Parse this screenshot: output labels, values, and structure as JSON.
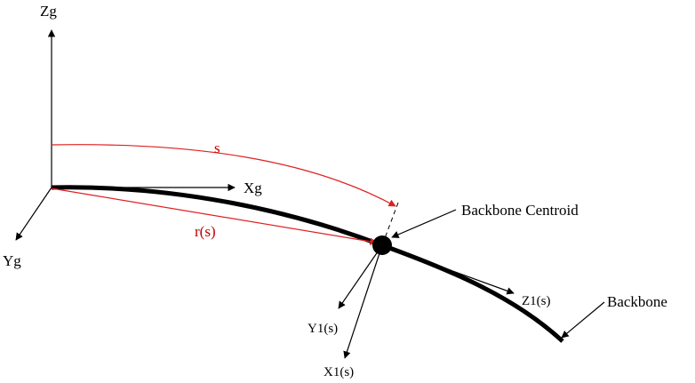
{
  "labels": {
    "zg": "Zg",
    "xg": "Xg",
    "yg": "Yg",
    "s": "s",
    "rs": "r(s)",
    "backbone_centroid": "Backbone Centroid",
    "backbone": "Backbone",
    "z1": "Z1(s)",
    "y1": "Y1(s)",
    "x1": "X1(s)"
  },
  "colors": {
    "axes": "#000000",
    "arc_length": "#e02020",
    "position_vector": "#e02020",
    "backbone": "#000000"
  }
}
